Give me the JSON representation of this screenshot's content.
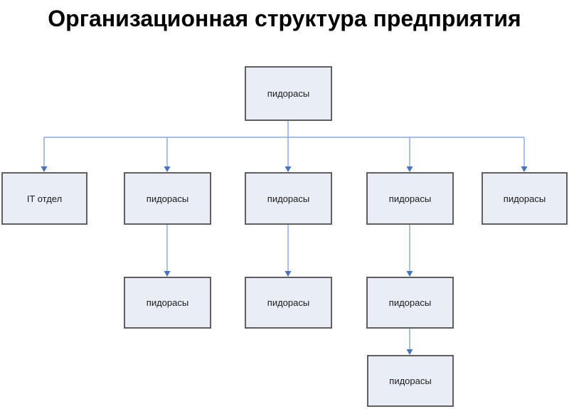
{
  "title": "Организационная структура предприятия",
  "colors": {
    "title-color": "#000000",
    "box-fill": "#e9edf6",
    "box-border": "#5f5f5f",
    "connector": "#7596d2",
    "arrow": "#4a72bd",
    "text": "#1a1a1a"
  },
  "nodes": [
    {
      "id": "root",
      "label": "пидорасы",
      "parent": null
    },
    {
      "id": "it-dept",
      "label": "IT отдел",
      "parent": "root"
    },
    {
      "id": "dept-2",
      "label": "пидорасы",
      "parent": "root"
    },
    {
      "id": "dept-3",
      "label": "пидорасы",
      "parent": "root"
    },
    {
      "id": "dept-4",
      "label": "пидорасы",
      "parent": "root"
    },
    {
      "id": "dept-5",
      "label": "пидорасы",
      "parent": "root"
    },
    {
      "id": "sub-2",
      "label": "пидорасы",
      "parent": "dept-2"
    },
    {
      "id": "sub-3",
      "label": "пидорасы",
      "parent": "dept-3"
    },
    {
      "id": "sub-4",
      "label": "пидорасы",
      "parent": "dept-4"
    },
    {
      "id": "sub-sub-4",
      "label": "пидорасы",
      "parent": "sub-4"
    }
  ]
}
